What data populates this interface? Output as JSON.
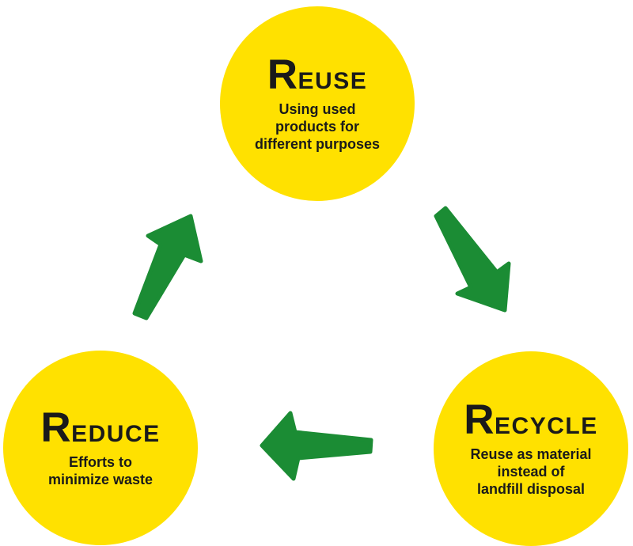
{
  "colors": {
    "circle_fill": "#FFE100",
    "arrow_green": "#1B8C34",
    "text": "#1A1A1A",
    "background": "#FFFFFF"
  },
  "nodes": [
    {
      "id": "reuse",
      "initial": "R",
      "rest": "EUSE",
      "full_label": "REUSE",
      "description_lines": [
        "Using used",
        "products for",
        "different purposes"
      ]
    },
    {
      "id": "recycle",
      "initial": "R",
      "rest": "ECYCLE",
      "full_label": "RECYCLE",
      "description_lines": [
        "Reuse as material",
        "instead of",
        "landfill disposal"
      ]
    },
    {
      "id": "reduce",
      "initial": "R",
      "rest": "EDUCE",
      "full_label": "REDUCE",
      "description_lines": [
        "Efforts to",
        "minimize waste"
      ]
    }
  ],
  "arrows": [
    {
      "id": "reuse-to-recycle",
      "from": "reuse",
      "to": "recycle",
      "direction": "down-right"
    },
    {
      "id": "recycle-to-reduce",
      "from": "recycle",
      "to": "reduce",
      "direction": "left"
    },
    {
      "id": "reduce-to-reuse",
      "from": "reduce",
      "to": "reuse",
      "direction": "up-right"
    }
  ]
}
